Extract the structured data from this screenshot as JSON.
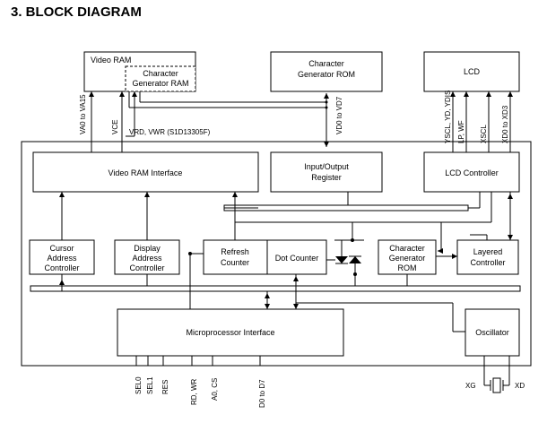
{
  "title": "3.  BLOCK DIAGRAM",
  "blocks": {
    "video_ram": "Video RAM",
    "cg_rom_overlay": [
      "Character",
      "Generator RAM"
    ],
    "cg_rom_top": [
      "Character",
      "Generator ROM"
    ],
    "lcd": "LCD",
    "vram_interface": "Video RAM Interface",
    "io_register": [
      "Input/Output",
      "Register"
    ],
    "lcd_controller": "LCD Controller",
    "cursor_addr": [
      "Cursor",
      "Address",
      "Controller"
    ],
    "display_addr": [
      "Display",
      "Address",
      "Controller"
    ],
    "refresh_counter": [
      "Refresh",
      "Counter"
    ],
    "dot_counter": "Dot Counter",
    "cg_rom_inner": [
      "Character",
      "Generator",
      "ROM"
    ],
    "layered_controller": [
      "Layered",
      "Controller"
    ],
    "mpu_interface": "Microprocessor Interface",
    "oscillator": "Oscillator"
  },
  "signals": {
    "va": "VA0 to VA15",
    "vce": "VCE",
    "vrd_vwr": "VRD, VWR (S1D13305F)",
    "vd": "VD0 to VD7",
    "ycsl": "YSCL, YD, YDIS",
    "lp_wf": "LP, WF",
    "xscl": "XSCL",
    "xd": "XD0 to XD3",
    "sel0": "SEL0",
    "sel1": "SEL1",
    "res": "RES",
    "rd_wr": "RD, WR",
    "a0_cs": "A0, CS",
    "d0_d7": "D0 to D7",
    "xg": "XG",
    "xd_pin": "XD"
  }
}
